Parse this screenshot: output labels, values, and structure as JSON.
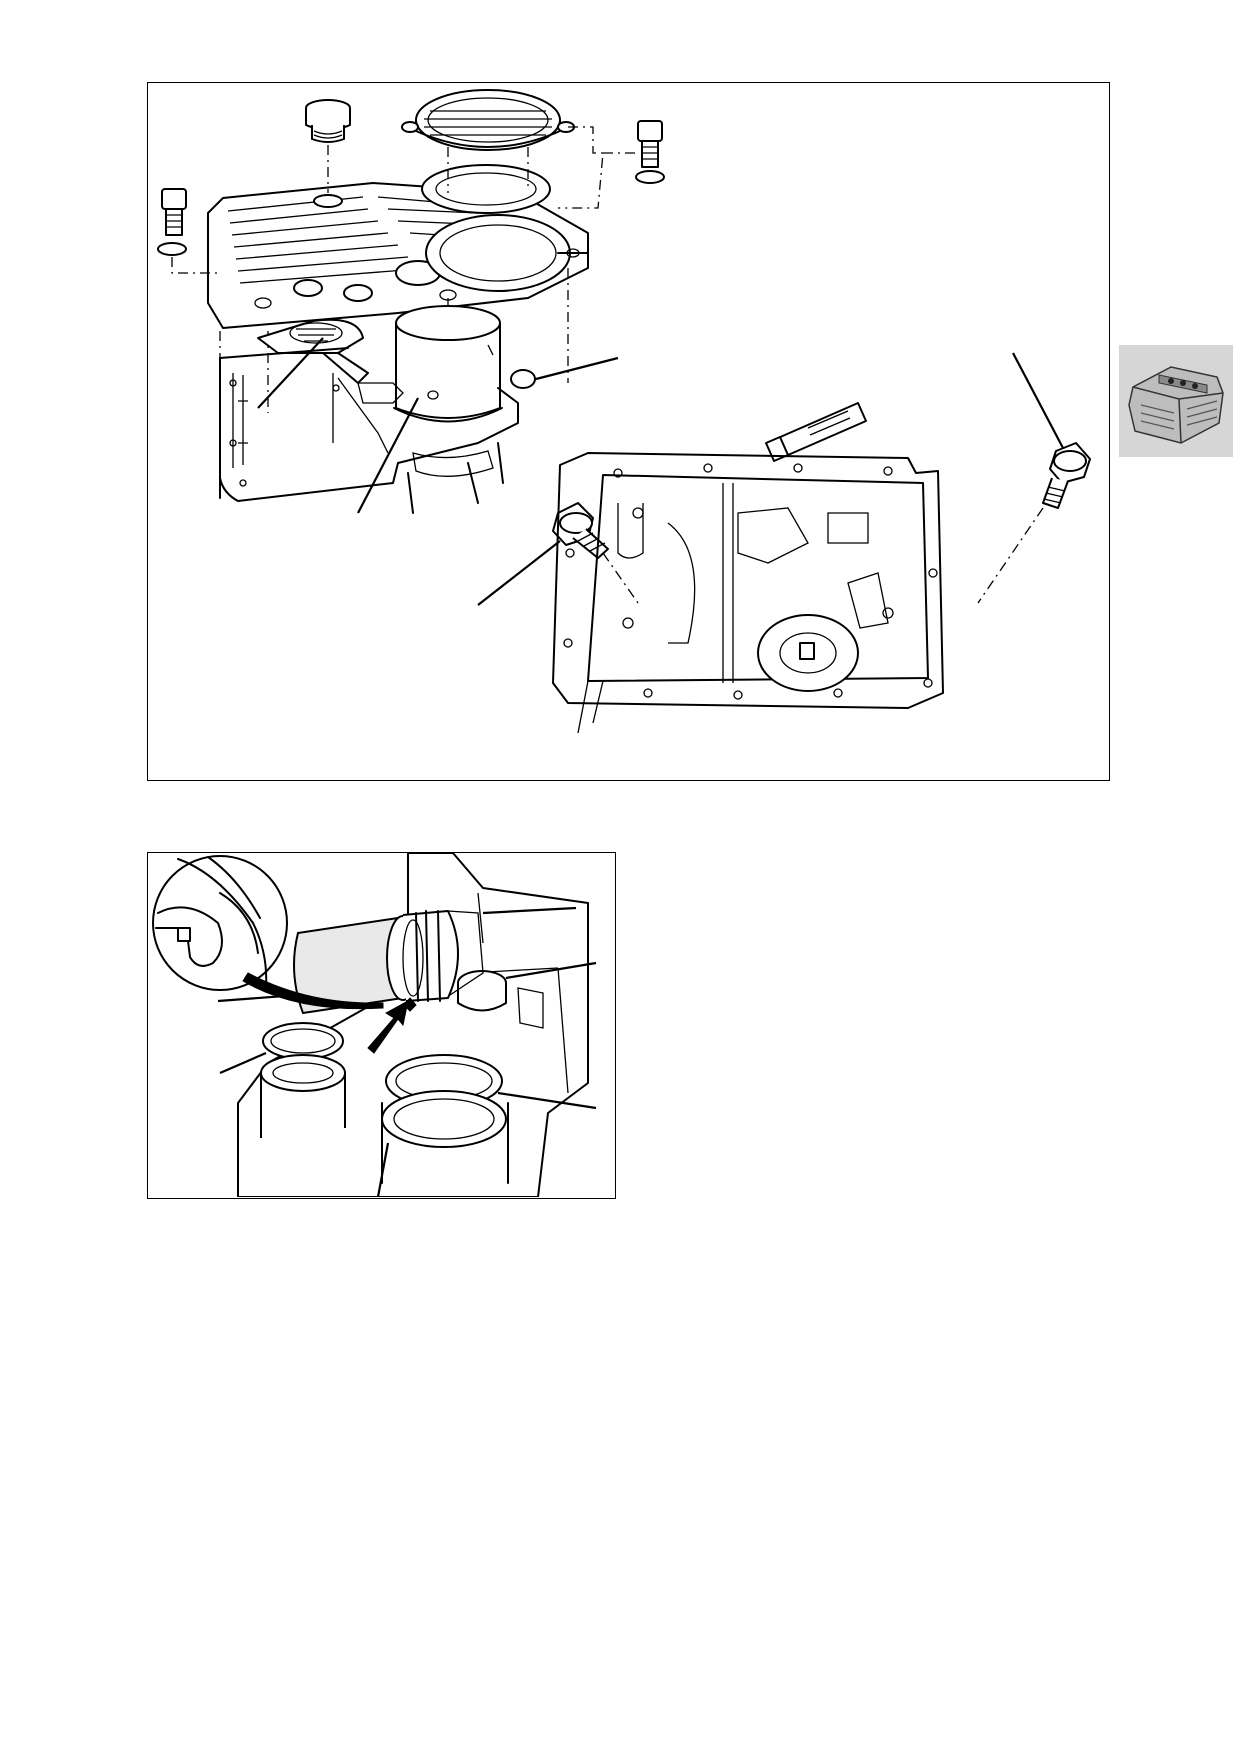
{
  "page": {
    "figures": [
      {
        "id": "figure-1",
        "subject": "oil-sump-exploded-assembly"
      },
      {
        "id": "figure-2",
        "subject": "seal-ring-installation-detail"
      }
    ],
    "section_tab": {
      "icon": "engine-thumbnail-icon",
      "color": "#d6d6d6"
    }
  }
}
